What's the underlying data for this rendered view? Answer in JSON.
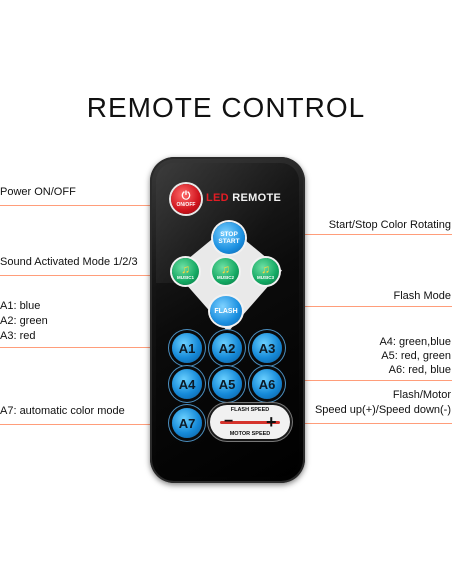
{
  "title": "REMOTE CONTROL",
  "remote": {
    "brand_led": "LED",
    "brand_remote": "REMOTE",
    "power_symbol": "⏻",
    "power_label": "ON/OFF",
    "stop_label_1": "STOP",
    "stop_label_2": "START",
    "music1": "MUSIC1",
    "music2": "MUSIC2",
    "music3": "MUSIC3",
    "flash": "FLASH",
    "a_buttons": [
      "A1",
      "A2",
      "A3",
      "A4",
      "A5",
      "A6",
      "A7"
    ],
    "flash_speed": "FLASH SPEED",
    "motor_speed": "MOTOR SPEED",
    "minus": "−",
    "plus": "+"
  },
  "callouts": {
    "power": "Power ON/OFF",
    "sound": "Sound Activated Mode 1/2/3",
    "a1": "A1:  blue",
    "a2": "A2:  green",
    "a3": "A3:  red",
    "a7": "A7:  automatic color mode",
    "start_stop": "Start/Stop Color Rotating",
    "flash_mode": "Flash Mode",
    "a4": "A4:  green,blue",
    "a5": "A5:  red, green",
    "a6": "A6:  red, blue",
    "speed_1": "Flash/Motor",
    "speed_2": "Speed up(+)/Speed down(-)"
  },
  "colors": {
    "callout_line": "#ff9d7a",
    "led_red": "#e21c24",
    "button_blue": "#1a8fe0",
    "button_green": "#13a862",
    "power_red": "#d0141d"
  }
}
